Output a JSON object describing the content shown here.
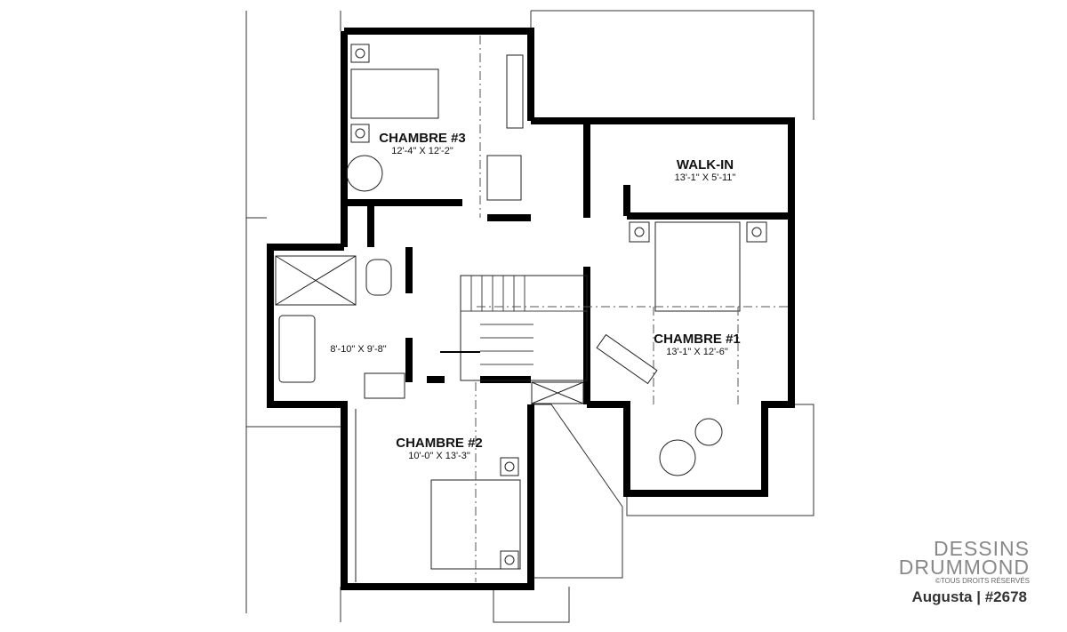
{
  "rooms": [
    {
      "name": "CHAMBRE #3",
      "dims": "12'-4\" X 12'-2\""
    },
    {
      "name": "WALK-IN",
      "dims": "13'-1\" X 5'-11\""
    },
    {
      "name": "CHAMBRE #1",
      "dims": "13'-1\" X 12'-6\""
    },
    {
      "name": "CHAMBRE #2",
      "dims": "10'-0\" X 13'-3\""
    },
    {
      "name": "",
      "dims": "8'-10\" X 9'-8\""
    }
  ],
  "brand": {
    "line1": "DESSINS",
    "line2": "DRUMMOND",
    "rights": "©TOUS DROITS RÉSERVÉS"
  },
  "caption": "Augusta | #2678"
}
